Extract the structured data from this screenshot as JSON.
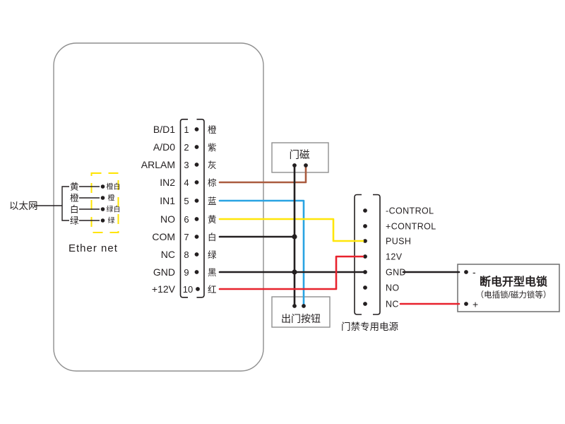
{
  "colors": {
    "wire_brown": "#aa5b3f",
    "wire_blue": "#29a3e3",
    "wire_yellow": "#ffe60a",
    "wire_red": "#e8222d",
    "wire_black": "#231f20",
    "eth_dashed": "#ffe400"
  },
  "ethernet": {
    "label": "以太网",
    "caption": "Ether net",
    "rows": [
      {
        "wire": "黄",
        "pin": "橙白"
      },
      {
        "wire": "橙",
        "pin": "橙"
      },
      {
        "wire": "白",
        "pin": "绿白"
      },
      {
        "wire": "绿",
        "pin": "绿"
      }
    ]
  },
  "terminal_block": {
    "pins": [
      {
        "num": "1",
        "label": "B/D1",
        "wire": "橙"
      },
      {
        "num": "2",
        "label": "A/D0",
        "wire": "紫"
      },
      {
        "num": "3",
        "label": "ARLAM",
        "wire": "灰"
      },
      {
        "num": "4",
        "label": "IN2",
        "wire": "棕"
      },
      {
        "num": "5",
        "label": "IN1",
        "wire": "蓝"
      },
      {
        "num": "6",
        "label": "NO",
        "wire": "黄"
      },
      {
        "num": "7",
        "label": "COM",
        "wire": "白"
      },
      {
        "num": "8",
        "label": "NC",
        "wire": "绿"
      },
      {
        "num": "9",
        "label": "GND",
        "wire": "黑"
      },
      {
        "num": "10",
        "label": "+12V",
        "wire": "红"
      }
    ]
  },
  "door_sensor": {
    "label": "门磁"
  },
  "exit_button": {
    "label": "出门按钮"
  },
  "power_supply": {
    "caption": "门禁专用电源",
    "terminals": [
      {
        "label": "-CONTROL"
      },
      {
        "label": "+CONTROL"
      },
      {
        "label": "PUSH"
      },
      {
        "label": "12V"
      },
      {
        "label": "GND"
      },
      {
        "label": "NO"
      },
      {
        "label": "NC"
      }
    ]
  },
  "lock": {
    "title": "断电开型电锁",
    "subtitle": "（电插锁/磁力锁等）",
    "minus": "-",
    "plus": "+"
  }
}
